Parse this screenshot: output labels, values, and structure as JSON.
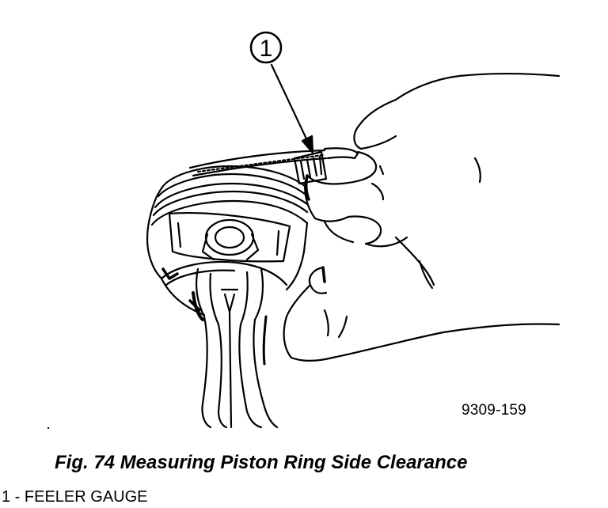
{
  "figure": {
    "callout_number": "1",
    "drawing_code": "9309-159",
    "caption": "Fig. 74 Measuring Piston Ring Side Clearance",
    "legend": [
      {
        "label": "1 - FEELER GAUGE"
      }
    ]
  }
}
